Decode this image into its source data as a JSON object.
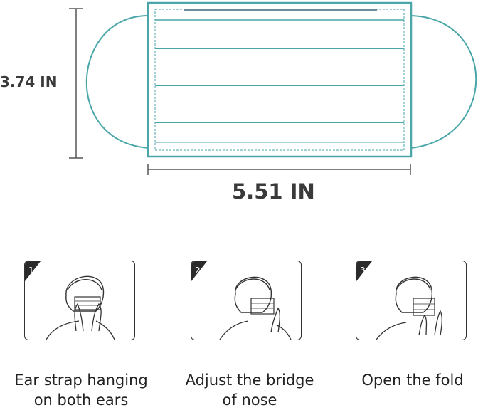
{
  "dimensions": {
    "height_label": "3.74 IN",
    "width_label": "5.51 IN"
  },
  "colors": {
    "mask_outline": "#4aa6a8",
    "dimension_line": "#555555",
    "text": "#222222"
  },
  "steps": [
    {
      "number": "1",
      "caption_line1": "Ear strap hanging",
      "caption_line2": "on both ears"
    },
    {
      "number": "2",
      "caption_line1": "Adjust the bridge",
      "caption_line2": "of nose"
    },
    {
      "number": "3",
      "caption_line1": "Open the fold",
      "caption_line2": ""
    }
  ]
}
